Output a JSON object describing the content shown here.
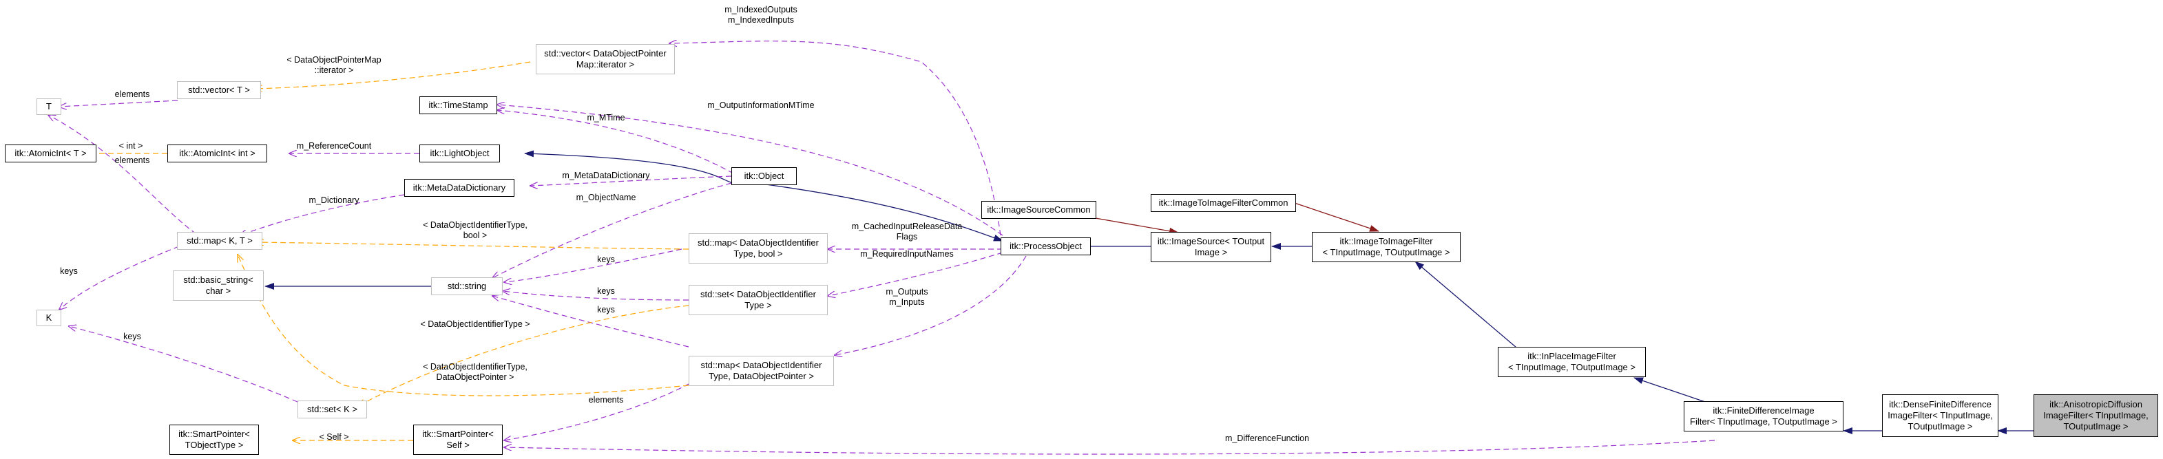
{
  "colors": {
    "inheritance": "#191970",
    "usage": "#9a32cd",
    "template": "#ffa500",
    "private": "#8b1a1a",
    "focus_fill": "#bfbfbf",
    "gray_border": "#bfbfbf"
  },
  "nodes": {
    "T": [
      "T"
    ],
    "K": [
      "K"
    ],
    "atomicint_t": [
      "itk::AtomicInt< T >"
    ],
    "atomicint_int": [
      "itk::AtomicInt< int >"
    ],
    "vector_t": [
      "std::vector< T >"
    ],
    "vector_iter": [
      "std::vector< DataObjectPointer",
      "Map::iterator >"
    ],
    "timestamp": [
      "itk::TimeStamp"
    ],
    "lightobject": [
      "itk::LightObject"
    ],
    "metadatadictionary": [
      "itk::MetaDataDictionary"
    ],
    "object": [
      "itk::Object"
    ],
    "map_kt": [
      "std::map< K, T >"
    ],
    "basic_string": [
      "std::basic_string<",
      "char >"
    ],
    "string": [
      "std::string"
    ],
    "map_bool": [
      "std::map< DataObjectIdentifier",
      "Type, bool >"
    ],
    "set_doit": [
      "std::set< DataObjectIdentifier",
      "Type >"
    ],
    "map_dop": [
      "std::map< DataObjectIdentifier",
      "Type, DataObjectPointer >"
    ],
    "set_k": [
      "std::set< K >"
    ],
    "smartptr_t": [
      "itk::SmartPointer<",
      "TObjectType >"
    ],
    "smartptr_self": [
      "itk::SmartPointer<",
      "Self >"
    ],
    "imagesourcecommon": [
      "itk::ImageSourceCommon"
    ],
    "processobject": [
      "itk::ProcessObject"
    ],
    "imagesource": [
      "itk::ImageSource< TOutput",
      "Image >"
    ],
    "itifcommon": [
      "itk::ImageToImageFilterCommon"
    ],
    "imagetoimagefilter": [
      "itk::ImageToImageFilter",
      "< TInputImage, TOutputImage >"
    ],
    "inplacefilter": [
      "itk::InPlaceImageFilter",
      "< TInputImage, TOutputImage >"
    ],
    "finitedifference": [
      "itk::FiniteDifferenceImage",
      "Filter< TInputImage, TOutputImage >"
    ],
    "densefinite": [
      "itk::DenseFiniteDifference",
      "ImageFilter< TInputImage,",
      "TOutputImage >"
    ],
    "anisotropic": [
      "itk::AnisotropicDiffusion",
      "ImageFilter< TInputImage,",
      "TOutputImage >"
    ]
  },
  "edge_labels": {
    "indexed": [
      "m_IndexedOutputs",
      "m_IndexedInputs"
    ],
    "dop_map_iter": [
      "< DataObjectPointerMap",
      "::iterator >"
    ],
    "elements_vec": [
      "elements"
    ],
    "int_arg": [
      "< int >"
    ],
    "referencecount": [
      "m_ReferenceCount"
    ],
    "elements_map": [
      "elements"
    ],
    "mtime": [
      "m_MTime"
    ],
    "outputinfo": [
      "m_OutputInformationMTime"
    ],
    "metadict": [
      "m_MetaDataDictionary"
    ],
    "dictionary": [
      "m_Dictionary"
    ],
    "objectname": [
      "m_ObjectName"
    ],
    "doit_bool": [
      "< DataObjectIdentifierType,",
      "bool >"
    ],
    "cached": [
      "m_CachedInputReleaseData",
      "Flags"
    ],
    "required": [
      "m_RequiredInputNames"
    ],
    "keys_map": [
      "keys"
    ],
    "keys_k": [
      "keys"
    ],
    "keys_s1": [
      "keys"
    ],
    "keys_s2": [
      "keys"
    ],
    "doit_type": [
      "< DataObjectIdentifierType >"
    ],
    "outputs": [
      "m_Outputs",
      "m_Inputs"
    ],
    "doit_dop": [
      "< DataObjectIdentifierType,",
      "DataObjectPointer >"
    ],
    "elements_sp": [
      "elements"
    ],
    "self_arg": [
      "< Self >"
    ],
    "difffunc": [
      "m_DifferenceFunction"
    ]
  }
}
